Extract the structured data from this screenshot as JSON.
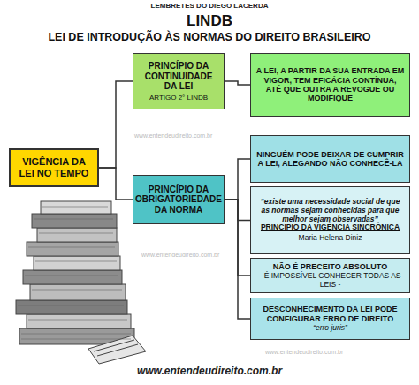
{
  "diagram": {
    "title": "LINDB",
    "nodes": [
      {
        "text": [
          "VIGÊNCIA DA LEI NO TEMPO"
        ]
      },
      {
        "text": [
          "PRINCÍPIO DA CONTINUIDADE DA LEI",
          "ARTIGO 2° LINDB"
        ]
      },
      {
        "text": [
          "A LEI, A PARTIR DA SUA ENTRADA EM VIGOR, TEM EFICÁCIA CONTÍNUA, ATÉ QUE OUTRA A REVOGUE OU MODIFIQUE"
        ]
      },
      {
        "text": [
          "PRINCÍPIO DA OBRIGATORIEDADE DA NORMA"
        ]
      },
      {
        "text": [
          "NINGUÉM PODE DEIXAR DE CUMPRIR A LEI, ALEGANDO NÃO CONHECÊ-LA"
        ]
      },
      {
        "text": [
          "“existe uma necessidade social de que as normas sejam conhecidas para que melhor sejam observadas”",
          "PRINCÍPIO DA VIGÊNCIA SINCRÔNICA",
          "Maria Helena Diniz"
        ]
      },
      {
        "text": [
          "NÃO É PRECEITO ABSOLUTO",
          "- É IMPOSSÍVEL CONHECER TODAS AS LEIS -"
        ]
      },
      {
        "text": [
          "DESCONHECIMENTO DA LEI PODE CONFIGURAR ERRO DE DIREITO",
          "“erro juris”"
        ]
      }
    ],
    "edges": [
      {
        "from": 0,
        "to": 1,
        "arrow": "none"
      },
      {
        "from": 0,
        "to": 3,
        "arrow": "none"
      },
      {
        "from": 1,
        "to": 2,
        "arrow": "none"
      },
      {
        "from": 3,
        "to": 4,
        "arrow": "none"
      },
      {
        "from": 3,
        "to": 5,
        "arrow": "none"
      },
      {
        "from": 3,
        "to": 6,
        "arrow": "none"
      },
      {
        "from": 3,
        "to": 7,
        "arrow": "none"
      }
    ],
    "labels": [
      "LEMBRETES DO DIEGO LACERDA",
      "LEI DE INTRODUÇÃO ÀS NORMAS DO DIREITO BRASILEIRO",
      "www.entendeudireito.com.br",
      "www.entendeudireito.com.br",
      "www.entendeudireito.com.br",
      "www.entendeudireito.com.br"
    ]
  }
}
